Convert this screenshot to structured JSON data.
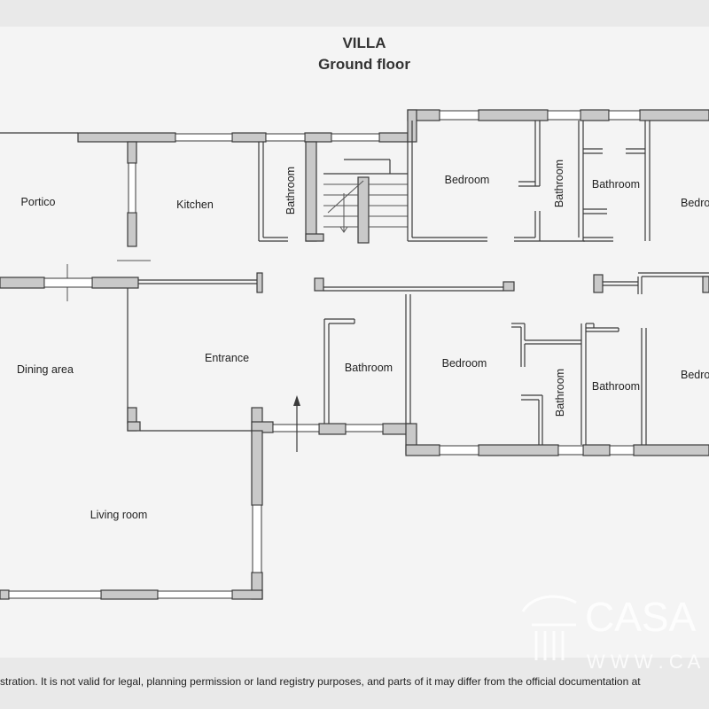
{
  "title": "VILLA",
  "subtitle": "Ground floor",
  "rooms": {
    "portico": "Portico",
    "kitchen": "Kitchen",
    "bathroom_1": "Bathroom",
    "bedroom_1": "Bedroom",
    "bathroom_2": "Bathroom",
    "bathroom_3": "Bathroom",
    "bedroom_2": "Bedro",
    "dining": "Dining area",
    "entrance": "Entrance",
    "bathroom_4": "Bathroom",
    "bedroom_3": "Bedroom",
    "bathroom_5": "Bathroom",
    "bathroom_6": "Bathroom",
    "bedroom_4": "Bedro",
    "living": "Living room"
  },
  "disclaimer": "stration. It is not valid for legal, planning permission or land registry purposes, and parts of it may differ from the official documentation at",
  "watermark": {
    "brand": "CASA",
    "url": "W W W . C A"
  },
  "colors": {
    "background": "#e9e9e9",
    "paper": "#f4f4f4",
    "wall_fill": "#c9c9c9",
    "line": "#3a3a3a"
  }
}
